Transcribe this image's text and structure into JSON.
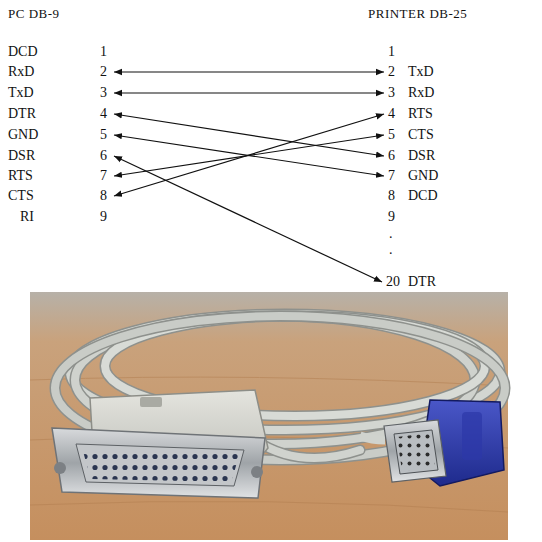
{
  "diagram": {
    "labels": [
      "PC DB-9",
      "PRINTER DB-25",
      "DCD",
      "1",
      "1",
      "RxD",
      "2",
      "2",
      "TxD",
      "TxD",
      "3",
      "3",
      "RxD",
      "DTR",
      "4",
      "4",
      "RTS",
      "GND",
      "5",
      "5",
      "CTS",
      "DSR",
      "6",
      "6",
      "DSR",
      "RTS",
      "7",
      "7",
      "GND",
      "CTS",
      "8",
      "8",
      "DCD",
      "RI",
      "9",
      "9",
      ".",
      ".",
      "20",
      "DTR"
    ]
  }
}
